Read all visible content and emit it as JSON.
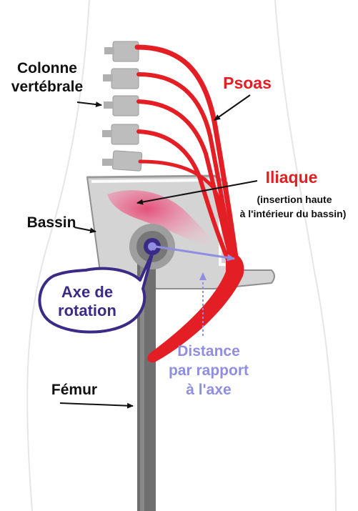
{
  "labels": {
    "colonne_line1": "Colonne",
    "colonne_line2": "vertébrale",
    "psoas": "Psoas",
    "iliaque": "Iliaque",
    "iliaque_note_line1": "(insertion haute",
    "iliaque_note_line2": "à l'intérieur du bassin)",
    "bassin": "Bassin",
    "axe_line1": "Axe de",
    "axe_line2": "rotation",
    "distance_line1": "Distance",
    "distance_line2": "par rapport",
    "distance_line3": "à l'axe",
    "femur": "Fémur"
  },
  "colors": {
    "muscle": "#e31e24",
    "axis": "#3b2a86",
    "distance": "#8f8ee0",
    "bone": "#c9c9c9",
    "bone_dark": "#7d7d7d",
    "text": "#111111",
    "iliac_pink": "#f08aa8"
  },
  "icons": {
    "arrows": "arrow-icon",
    "rotation_axis": "rotation-axis-icon"
  }
}
